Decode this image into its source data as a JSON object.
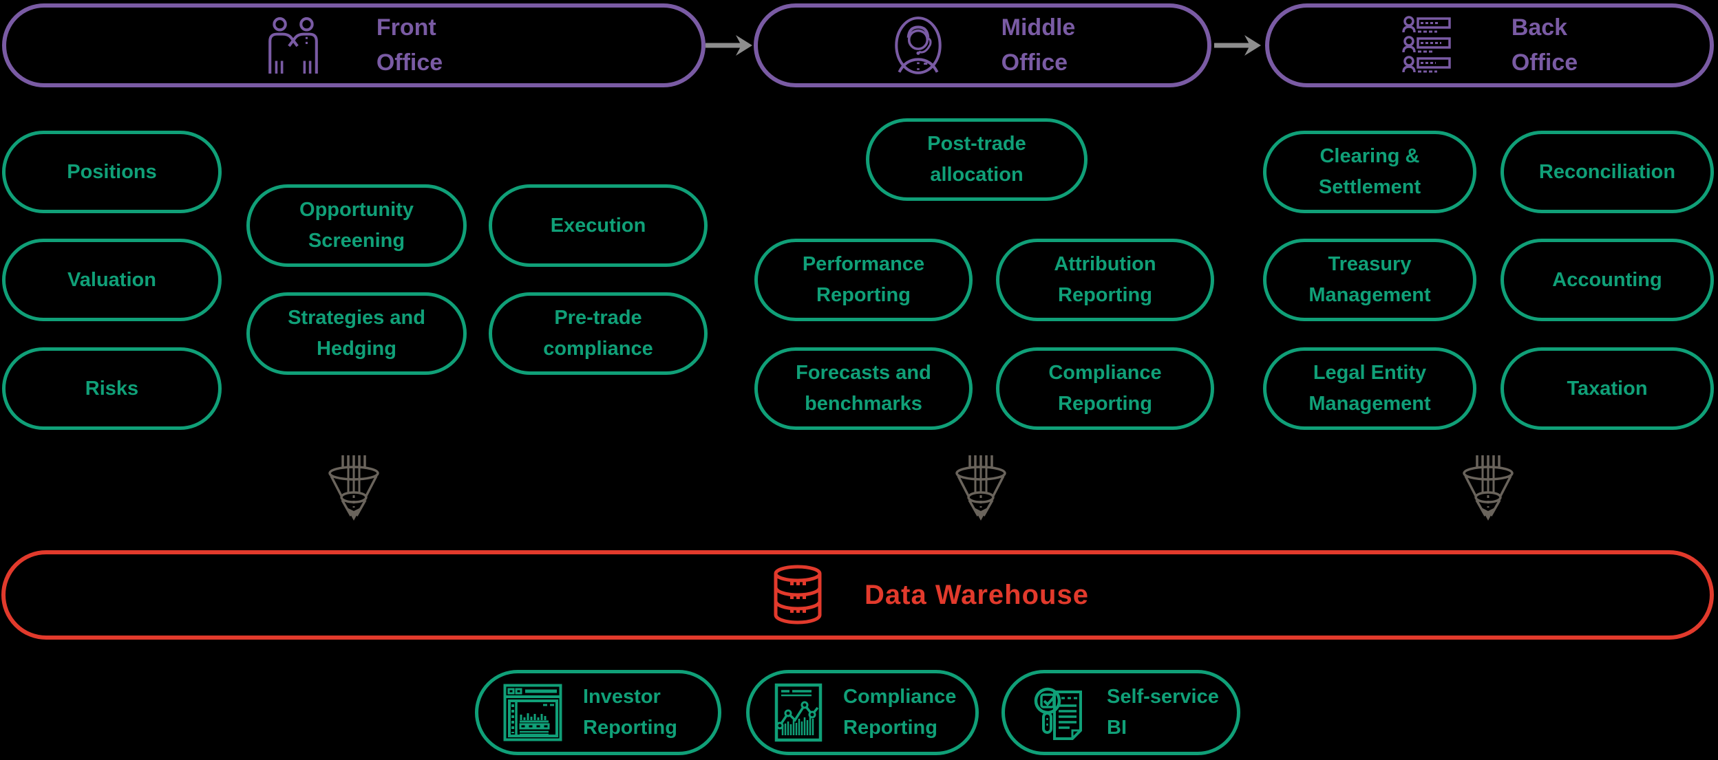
{
  "colors": {
    "purple": "#7a5ba4",
    "green": "#10a078",
    "red": "#e23a2c",
    "arrow_gray": "#8e8e8e",
    "funnel_gray": "#6a645c",
    "background": "#000000"
  },
  "offices": [
    {
      "label": "Front\nOffice",
      "icon": "handshake-icon"
    },
    {
      "label": "Middle\nOffice",
      "icon": "headset-agent-icon"
    },
    {
      "label": "Back\nOffice",
      "icon": "team-list-icon"
    }
  ],
  "front": {
    "positions": "Positions",
    "valuation": "Valuation",
    "risks": "Risks",
    "opportunity_screening": "Opportunity\nScreening",
    "strategies_and_hedging": "Strategies and\nHedging",
    "execution": "Execution",
    "pre_trade_compliance": "Pre-trade\ncompliance"
  },
  "middle": {
    "post_trade_allocation": "Post-trade\nallocation",
    "performance_reporting": "Performance\nReporting",
    "attribution_reporting": "Attribution\nReporting",
    "forecasts_and_benchmarks": "Forecasts and\nbenchmarks",
    "compliance_reporting": "Compliance\nReporting"
  },
  "back": {
    "clearing_settlement": "Clearing &\nSettlement",
    "reconciliation": "Reconciliation",
    "treasury_management": "Treasury\nManagement",
    "accounting": "Accounting",
    "legal_entity_management": "Legal Entity\nManagement",
    "taxation": "Taxation"
  },
  "data_warehouse": {
    "label": "Data Warehouse",
    "icon": "database-icon"
  },
  "outputs": {
    "investor_reporting": "Investor\nReporting",
    "compliance_reporting": "Compliance\nReporting",
    "self_service_bi": "Self-service\nBI"
  }
}
